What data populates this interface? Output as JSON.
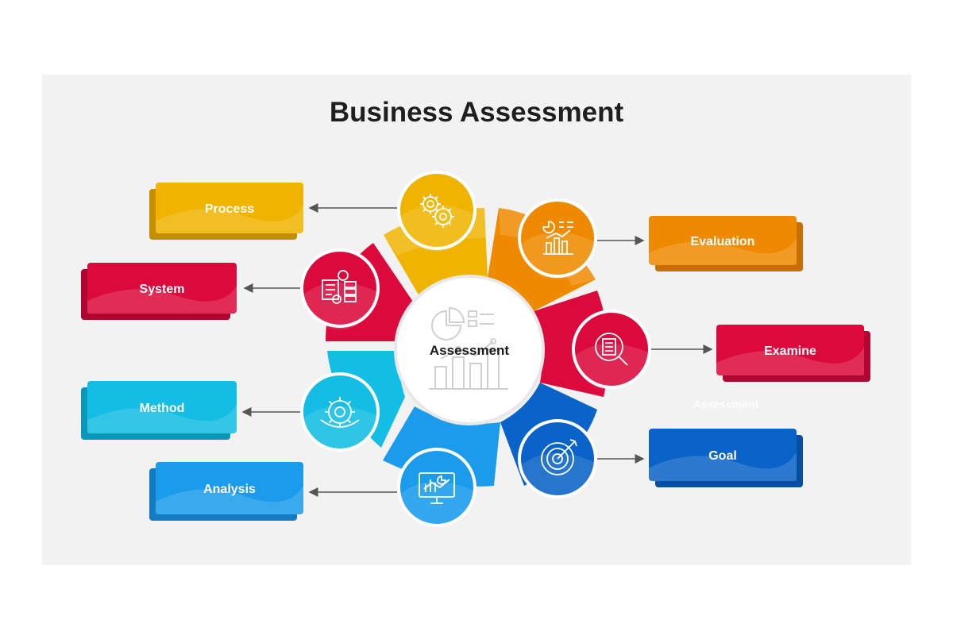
{
  "title": "Business Assessment",
  "center_label": "Assessment",
  "ghost_label": "Assessment",
  "items": [
    {
      "label": "Process",
      "color": "#f0b400",
      "dark": "#c48f00",
      "icon": "gears-icon"
    },
    {
      "label": "Evaluation",
      "color": "#ef8a00",
      "dark": "#c46f00",
      "icon": "chart-analytics-icon"
    },
    {
      "label": "System",
      "color": "#dc0a3c",
      "dark": "#b00730",
      "icon": "system-flow-icon"
    },
    {
      "label": "Examine",
      "color": "#dc0a3c",
      "dark": "#b00730",
      "icon": "magnifier-document-icon"
    },
    {
      "label": "Method",
      "color": "#13bde3",
      "dark": "#0a98b8",
      "icon": "gear-cycle-icon"
    },
    {
      "label": "Goal",
      "color": "#0a63c8",
      "dark": "#074fa1",
      "icon": "target-icon"
    },
    {
      "label": "Analysis",
      "color": "#1a9bec",
      "dark": "#137cc0",
      "icon": "monitor-chart-icon"
    }
  ]
}
